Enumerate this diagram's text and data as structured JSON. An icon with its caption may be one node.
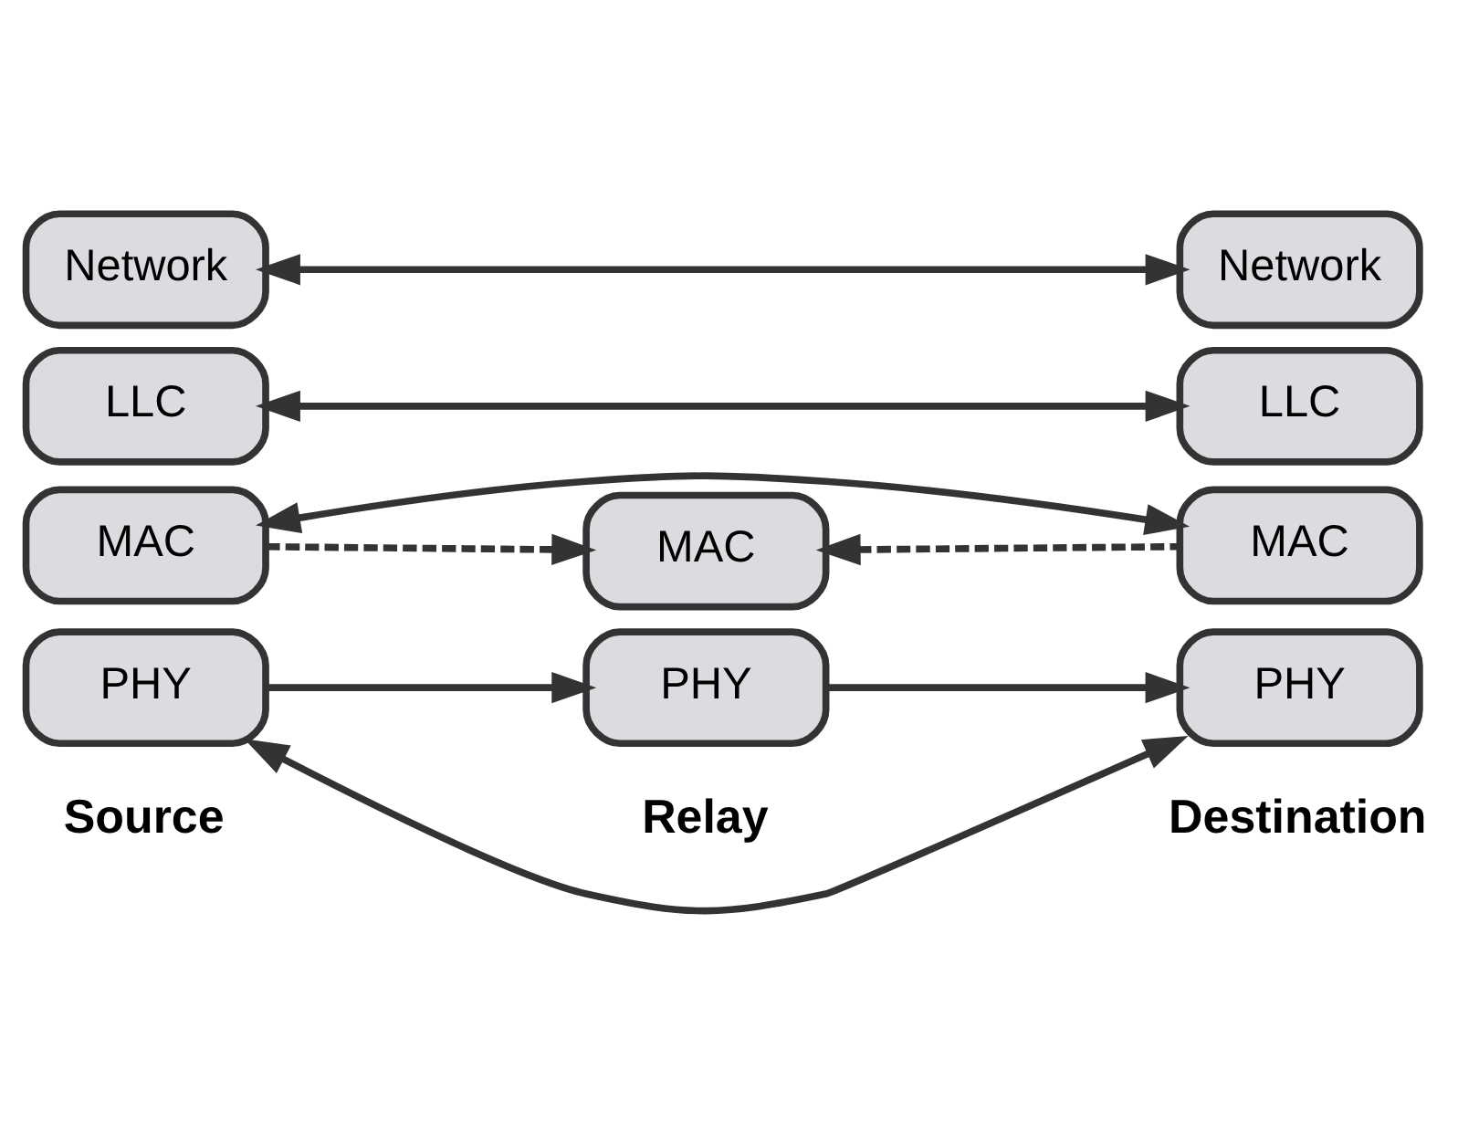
{
  "diagram": {
    "nodes": [
      {
        "text": [
          "Network"
        ]
      },
      {
        "text": [
          "Network"
        ]
      },
      {
        "text": [
          "LLC"
        ]
      },
      {
        "text": [
          "LLC"
        ]
      },
      {
        "text": [
          "MAC"
        ]
      },
      {
        "text": [
          "MAC"
        ]
      },
      {
        "text": [
          "PHY"
        ]
      },
      {
        "text": [
          "PHY"
        ]
      },
      {
        "text": [
          "MAC"
        ]
      },
      {
        "text": [
          "PHY"
        ]
      }
    ],
    "edges": [
      {
        "from": 0,
        "to": 1,
        "arrow": "both"
      },
      {
        "from": 2,
        "to": 3,
        "arrow": "both"
      },
      {
        "from": 4,
        "to": 5,
        "arrow": "both"
      },
      {
        "from": 6,
        "to": 7,
        "arrow": "both"
      },
      {
        "from": 4,
        "to": 8,
        "arrow": "to",
        "style": "dashed"
      },
      {
        "from": 5,
        "to": 8,
        "arrow": "to",
        "style": "dashed"
      },
      {
        "from": 6,
        "to": 9,
        "arrow": "to"
      },
      {
        "from": 9,
        "to": 7,
        "arrow": "to"
      }
    ],
    "labels": [
      "Source",
      "Destination",
      "Relay"
    ]
  }
}
